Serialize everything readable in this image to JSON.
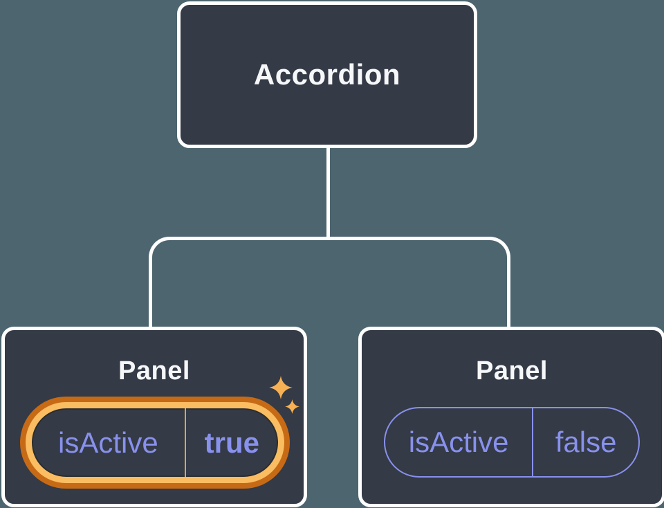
{
  "diagram": {
    "kind": "component-state-tree",
    "root": {
      "label": "Accordion"
    },
    "children": [
      {
        "label": "Panel",
        "state": {
          "key": "isActive",
          "value": "true"
        },
        "highlighted": true,
        "icons": [
          "sparkle-large-icon",
          "sparkle-small-icon"
        ]
      },
      {
        "label": "Panel",
        "state": {
          "key": "isActive",
          "value": "false"
        },
        "highlighted": false
      }
    ],
    "colors": {
      "background": "#4C656F",
      "card_fill": "#343A46",
      "card_border": "#FFFFFF",
      "connector": "#FFFFFF",
      "title_text": "#F6F7F9",
      "state_text": "#8891EC",
      "highlight_ring_outer": "#C76A15",
      "highlight_ring_inner": "#FABD62",
      "highlight_divider": "#E8A33D",
      "sparkle": "#F7B155"
    }
  }
}
